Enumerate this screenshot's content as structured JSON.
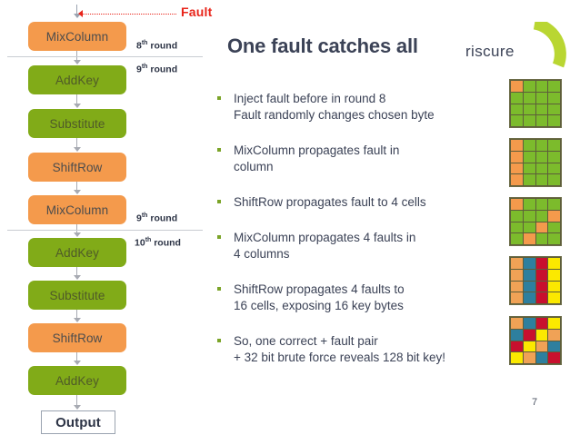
{
  "slide": {
    "title": "One fault catches all",
    "page_number": "7",
    "logo_text": "riscure",
    "logo_arc_color": "#b9d632"
  },
  "flow": {
    "fault_label": "Fault",
    "nodes": [
      {
        "label": "MixColumn",
        "color": "orange"
      },
      {
        "label": "AddKey",
        "color": "green"
      },
      {
        "label": "Substitute",
        "color": "green"
      },
      {
        "label": "ShiftRow",
        "color": "orange"
      },
      {
        "label": "MixColumn",
        "color": "orange"
      },
      {
        "label": "AddKey",
        "color": "green"
      },
      {
        "label": "Substitute",
        "color": "green"
      },
      {
        "label": "ShiftRow",
        "color": "orange"
      },
      {
        "label": "AddKey",
        "color": "green"
      }
    ],
    "output_label": "Output",
    "round_labels": [
      {
        "number": "8",
        "suffix": "th",
        "text": " round"
      },
      {
        "number": "9",
        "suffix": "th",
        "text": " round"
      },
      {
        "number": "9",
        "suffix": "th",
        "text": " round"
      },
      {
        "number": "10",
        "suffix": "th",
        "text": " round"
      }
    ],
    "colors": {
      "orange": "#f49a4c",
      "green": "#81ab18"
    }
  },
  "bullets": [
    {
      "line1": "Inject fault before in round 8",
      "line2": "Fault randomly changes chosen byte"
    },
    {
      "line1": "MixColumn propagates fault in",
      "line2": "column"
    },
    {
      "line1": "ShiftRow propagates fault to 4 cells",
      "line2": ""
    },
    {
      "line1": "MixColumn propagates 4 faults in",
      "line2": "4 columns"
    },
    {
      "line1": "ShiftRow propagates 4 faults to",
      "line2": "16 cells, exposing 16 key bytes"
    },
    {
      "line1": "So, one correct + fault pair",
      "line2": "+ 32 bit brute force reveals 128 bit key!"
    }
  ],
  "grids": [
    {
      "name": "state-after-fault-injection",
      "rows": [
        [
          "#f49a4c",
          "#7cbb2c",
          "#7cbb2c",
          "#7cbb2c"
        ],
        [
          "#7cbb2c",
          "#7cbb2c",
          "#7cbb2c",
          "#7cbb2c"
        ],
        [
          "#7cbb2c",
          "#7cbb2c",
          "#7cbb2c",
          "#7cbb2c"
        ],
        [
          "#7cbb2c",
          "#7cbb2c",
          "#7cbb2c",
          "#7cbb2c"
        ]
      ]
    },
    {
      "name": "state-after-mixcolumn",
      "rows": [
        [
          "#f49a4c",
          "#7cbb2c",
          "#7cbb2c",
          "#7cbb2c"
        ],
        [
          "#f49a4c",
          "#7cbb2c",
          "#7cbb2c",
          "#7cbb2c"
        ],
        [
          "#f49a4c",
          "#7cbb2c",
          "#7cbb2c",
          "#7cbb2c"
        ],
        [
          "#f49a4c",
          "#7cbb2c",
          "#7cbb2c",
          "#7cbb2c"
        ]
      ]
    },
    {
      "name": "state-after-shiftrow",
      "rows": [
        [
          "#f49a4c",
          "#7cbb2c",
          "#7cbb2c",
          "#7cbb2c"
        ],
        [
          "#7cbb2c",
          "#7cbb2c",
          "#7cbb2c",
          "#f49a4c"
        ],
        [
          "#7cbb2c",
          "#7cbb2c",
          "#f49a4c",
          "#7cbb2c"
        ],
        [
          "#7cbb2c",
          "#f49a4c",
          "#7cbb2c",
          "#7cbb2c"
        ]
      ]
    },
    {
      "name": "state-after-second-mixcolumn",
      "rows": [
        [
          "#f0a256",
          "#2e7f9e",
          "#c8102e",
          "#fbe900"
        ],
        [
          "#f0a256",
          "#2e7f9e",
          "#c8102e",
          "#fbe900"
        ],
        [
          "#f0a256",
          "#2e7f9e",
          "#c8102e",
          "#fbe900"
        ],
        [
          "#f0a256",
          "#2e7f9e",
          "#c8102e",
          "#fbe900"
        ]
      ]
    },
    {
      "name": "state-after-second-shiftrow",
      "rows": [
        [
          "#f0a256",
          "#2e7f9e",
          "#c8102e",
          "#fbe900"
        ],
        [
          "#2e7f9e",
          "#c8102e",
          "#fbe900",
          "#f0a256"
        ],
        [
          "#c8102e",
          "#fbe900",
          "#f0a256",
          "#2e7f9e"
        ],
        [
          "#fbe900",
          "#f0a256",
          "#2e7f9e",
          "#c8102e"
        ]
      ]
    }
  ]
}
